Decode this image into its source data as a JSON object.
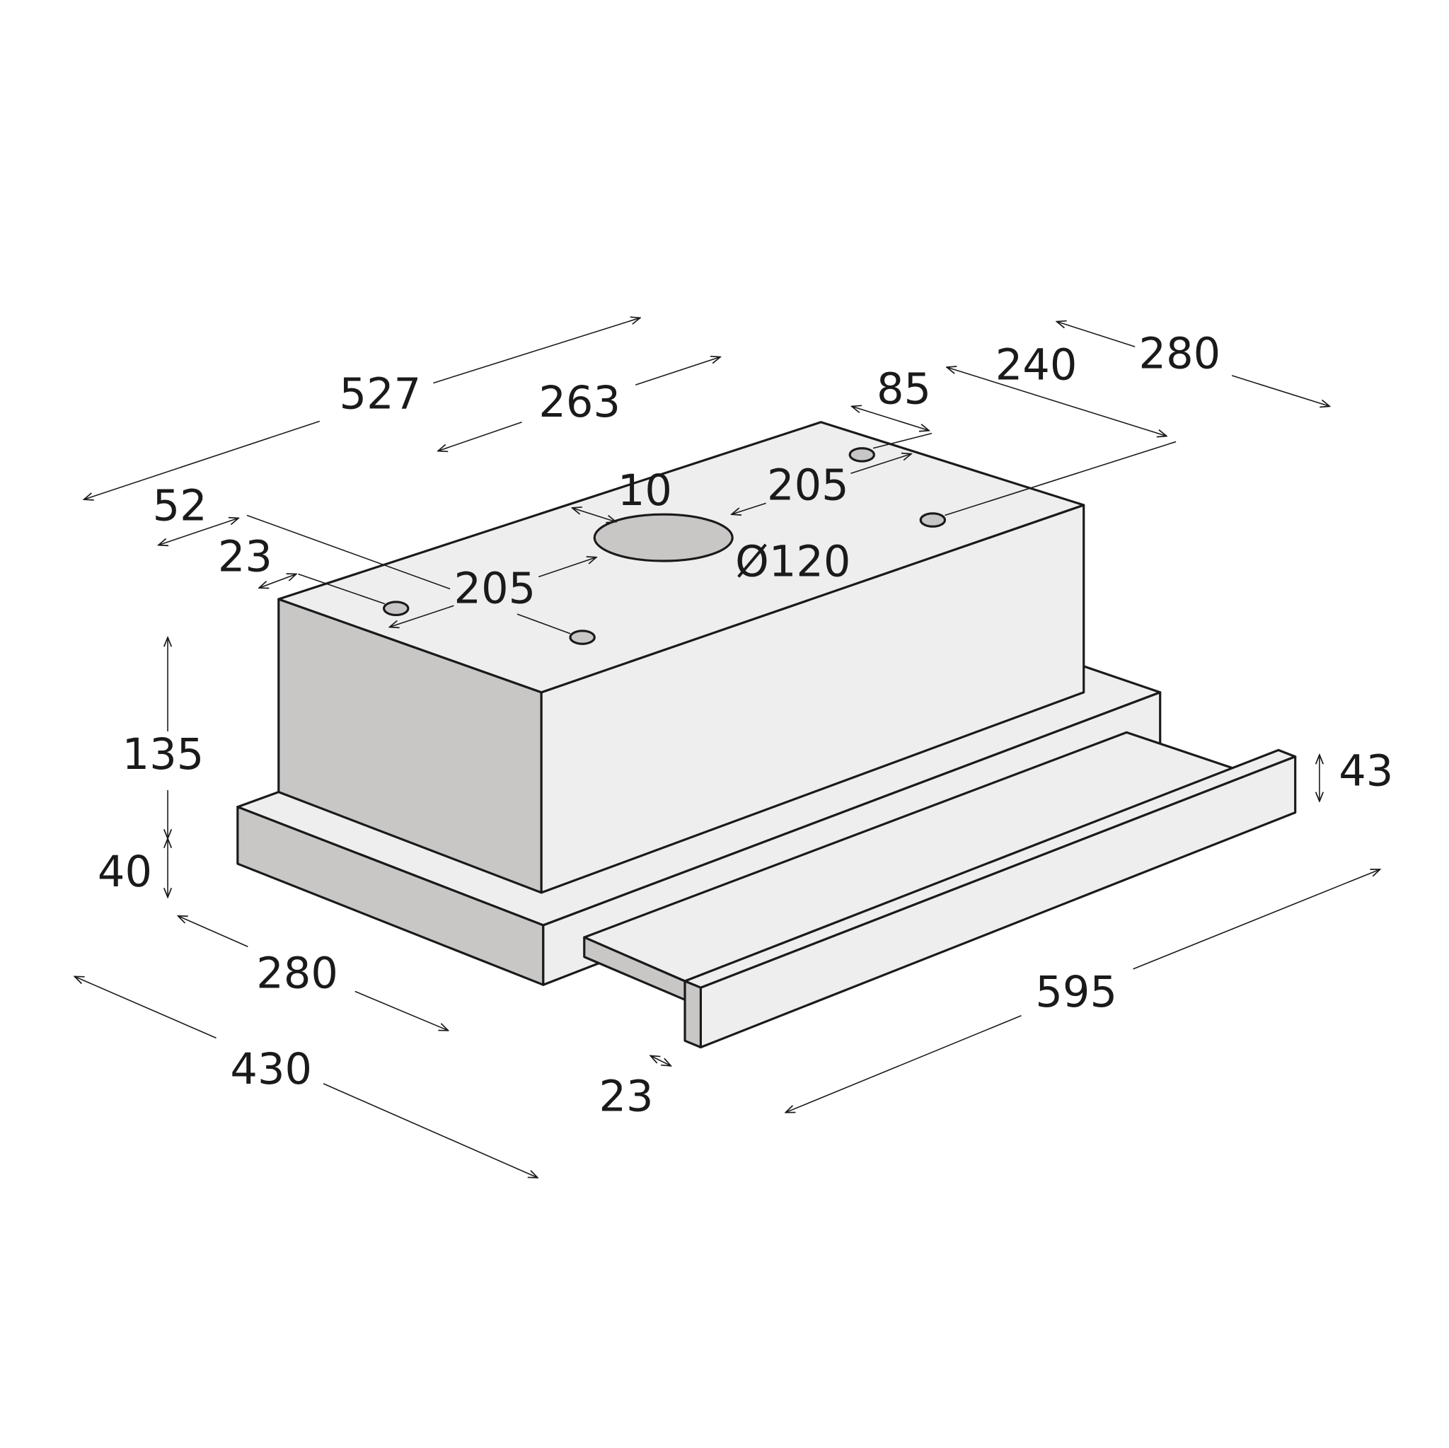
{
  "colors": {
    "side_face": "#c9c6c6",
    "light_face": "#eeeeee",
    "hole": "#c9c6c6",
    "line": "#1a1a1a"
  },
  "dimensions": {
    "top_depth_527": "527",
    "outlet_offset_263": "263",
    "hole_offset_85": "85",
    "hole_offset_240": "240",
    "top_width_280": "280",
    "left_offset_52": "52",
    "gap_10": "10",
    "hole_spacing_right_205": "205",
    "left_offset_23": "23",
    "hole_spacing_left_205": "205",
    "outlet_diameter": "Ø120",
    "box_height_135": "135",
    "base_height_40": "40",
    "panel_height_43": "43",
    "base_depth_280": "280",
    "width_595": "595",
    "total_depth_430": "430",
    "panel_thickness_23": "23"
  }
}
